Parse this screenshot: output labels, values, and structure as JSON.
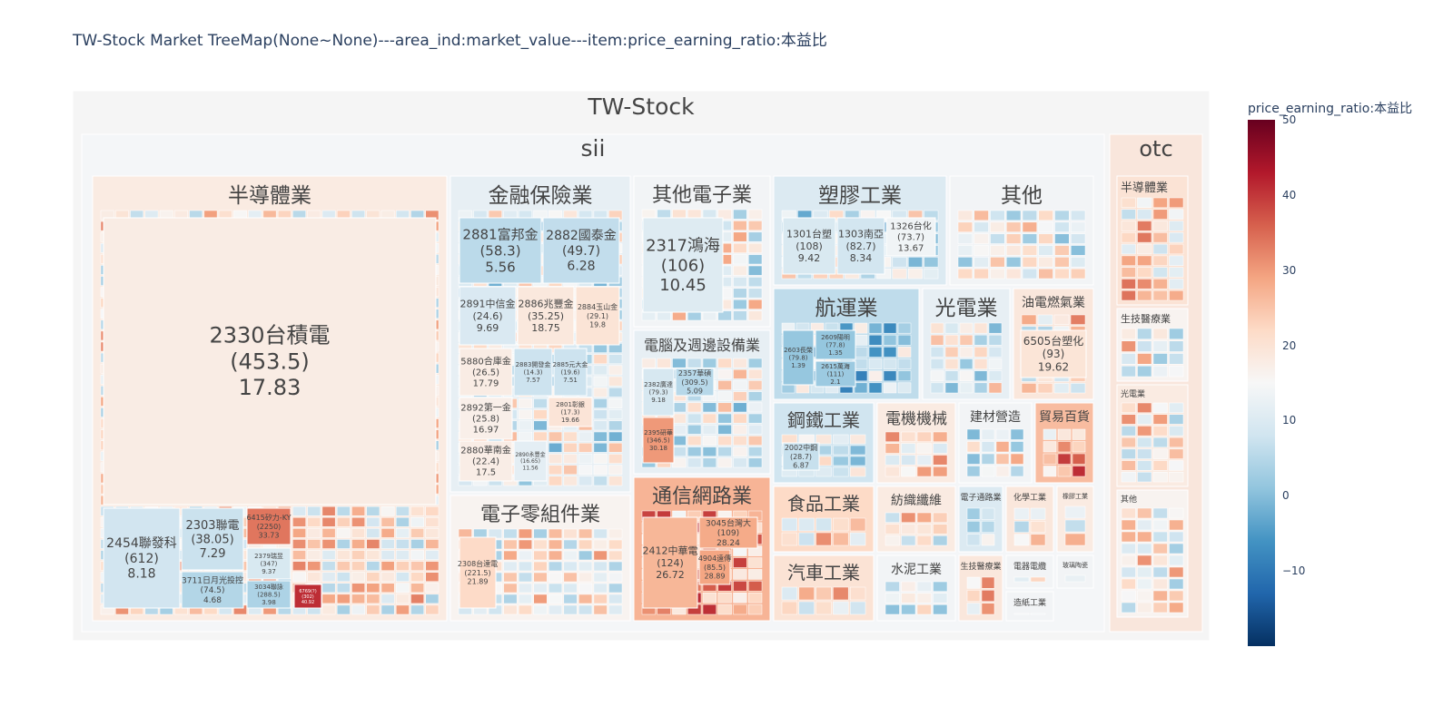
{
  "chart_data": {
    "type": "treemap",
    "title": "TW-Stock Market TreeMap(None~None)---area_ind:market_value---item:price_earning_ratio:本益比",
    "colorbar": {
      "title": "price_earning_ratio:本益比",
      "range": [
        -20,
        50
      ],
      "ticks": [
        50,
        40,
        30,
        20,
        10,
        0,
        -10
      ],
      "tick_labels": [
        "50",
        "40",
        "30",
        "20",
        "10",
        "0",
        "−10"
      ],
      "colorscale": [
        "#053061",
        "#2166ac",
        "#4393c3",
        "#92c5de",
        "#d1e5f0",
        "#f7f7f7",
        "#fddbc7",
        "#f4a582",
        "#d6604d",
        "#b2182b",
        "#67001f"
      ]
    },
    "root": {
      "label": "TW-Stock",
      "children": [
        {
          "label": "sii",
          "children": [
            {
              "label": "半導體業",
              "children": [
                {
                  "label": "2330台積電",
                  "value": 453.5,
                  "pe": 17.83
                },
                {
                  "label": "2454聯發科",
                  "value": 612,
                  "pe": 8.18
                },
                {
                  "label": "2303聯電",
                  "value": 38.05,
                  "pe": 7.29
                },
                {
                  "label": "6415矽力-KY",
                  "value": 2250,
                  "pe": 33.73
                },
                {
                  "label": "2379瑞昱",
                  "value": 347,
                  "pe": 9.37
                },
                {
                  "label": "3711日月光投控",
                  "value": 74.5,
                  "pe": 4.68
                },
                {
                  "label": "3034聯詠",
                  "value": 288.5,
                  "pe": 3.98
                },
                {
                  "label": "6769(?)",
                  "value": 302,
                  "pe": 40.92
                }
              ]
            },
            {
              "label": "金融保險業",
              "children": [
                {
                  "label": "2881富邦金",
                  "value": 58.3,
                  "pe": 5.56
                },
                {
                  "label": "2882國泰金",
                  "value": 49.7,
                  "pe": 6.28
                },
                {
                  "label": "2891中信金",
                  "value": 24.6,
                  "pe": 9.69
                },
                {
                  "label": "2886兆豐金",
                  "value": 35.25,
                  "pe": 18.75
                },
                {
                  "label": "2884玉山金",
                  "value": 29.1,
                  "pe": 19.8
                },
                {
                  "label": "5880合庫金",
                  "value": 26.5,
                  "pe": 17.79
                },
                {
                  "label": "2883開發金",
                  "value": 14.3,
                  "pe": 7.57
                },
                {
                  "label": "2885元大金",
                  "value": 19.6,
                  "pe": 7.51
                },
                {
                  "label": "2892第一金",
                  "value": 25.8,
                  "pe": 16.97
                },
                {
                  "label": "2801彰銀",
                  "value": 17.3,
                  "pe": 19.66
                },
                {
                  "label": "2880華南金",
                  "value": 22.4,
                  "pe": 17.5
                },
                {
                  "label": "2890永豐金",
                  "value": 16.65,
                  "pe": 11.56
                }
              ]
            },
            {
              "label": "其他電子業",
              "children": [
                {
                  "label": "2317鴻海",
                  "value": 106,
                  "pe": 10.45
                }
              ]
            },
            {
              "label": "塑膠工業",
              "children": [
                {
                  "label": "1301台塑",
                  "value": 108,
                  "pe": 9.42
                },
                {
                  "label": "1303南亞",
                  "value": 82.7,
                  "pe": 8.34
                },
                {
                  "label": "1326台化",
                  "value": 73.7,
                  "pe": 13.67
                }
              ]
            },
            {
              "label": "其他",
              "children": []
            },
            {
              "label": "電腦及週邊設備業",
              "children": [
                {
                  "label": "2382廣達",
                  "value": 79.3,
                  "pe": 9.18
                },
                {
                  "label": "2357華碩",
                  "value": 309.5,
                  "pe": 5.09
                },
                {
                  "label": "2395研華",
                  "value": 346.5,
                  "pe": 30.18
                }
              ]
            },
            {
              "label": "航運業",
              "children": [
                {
                  "label": "2603長榮",
                  "value": 79.8,
                  "pe": 1.39
                },
                {
                  "label": "2609陽明",
                  "value": 77.8,
                  "pe": 1.35
                },
                {
                  "label": "2615萬海",
                  "value": 111,
                  "pe": 2.1
                }
              ]
            },
            {
              "label": "光電業",
              "children": []
            },
            {
              "label": "油電燃氣業",
              "children": [
                {
                  "label": "6505台塑化",
                  "value": 93,
                  "pe": 19.62
                }
              ]
            },
            {
              "label": "電子零組件業",
              "children": [
                {
                  "label": "2308台達電",
                  "value": 221.5,
                  "pe": 21.89
                }
              ]
            },
            {
              "label": "通信網路業",
              "children": [
                {
                  "label": "2412中華電",
                  "value": 124,
                  "pe": 26.72
                },
                {
                  "label": "3045台灣大",
                  "value": 109,
                  "pe": 28.24
                },
                {
                  "label": "4904遠傳",
                  "value": 85.5,
                  "pe": 28.89
                }
              ]
            },
            {
              "label": "鋼鐵工業",
              "children": [
                {
                  "label": "2002中鋼",
                  "value": 28.7,
                  "pe": 6.87
                }
              ]
            },
            {
              "label": "電機機械",
              "children": []
            },
            {
              "label": "建材營造",
              "children": []
            },
            {
              "label": "貿易百貨",
              "children": []
            },
            {
              "label": "食品工業",
              "children": []
            },
            {
              "label": "紡織纖維",
              "children": []
            },
            {
              "label": "汽車工業",
              "children": []
            },
            {
              "label": "水泥工業",
              "children": []
            },
            {
              "label": "電子通路業",
              "children": []
            },
            {
              "label": "化學工業",
              "children": []
            },
            {
              "label": "橡膠工業",
              "children": []
            },
            {
              "label": "生技醫療業",
              "children": []
            },
            {
              "label": "電器電纜",
              "children": []
            },
            {
              "label": "玻璃陶瓷",
              "children": []
            },
            {
              "label": "造紙工業",
              "children": []
            }
          ]
        },
        {
          "label": "otc",
          "children": [
            {
              "label": "半導體業",
              "children": []
            },
            {
              "label": "生技醫療業",
              "children": []
            },
            {
              "label": "光電業",
              "children": []
            },
            {
              "label": "其他",
              "children": []
            }
          ]
        }
      ]
    }
  }
}
